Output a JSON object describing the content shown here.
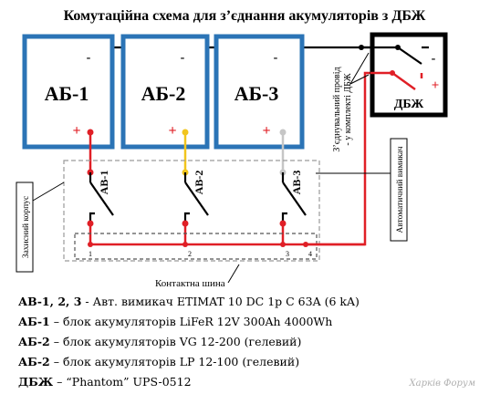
{
  "title": "Комутаційна схема для з’єднання акумуляторів з ДБЖ",
  "batteries": [
    {
      "label": "АБ-1",
      "plus": "+",
      "minus": "-",
      "wire_color": "#d71d22"
    },
    {
      "label": "АБ-2",
      "plus": "+",
      "minus": "-",
      "wire_color": "#f1c51d"
    },
    {
      "label": "АБ-3",
      "plus": "+",
      "minus": "-",
      "wire_color": "#c6c6c6"
    }
  ],
  "breakers": [
    {
      "label": "АВ-1",
      "terminal": "1"
    },
    {
      "label": "АВ-2",
      "terminal": "2"
    },
    {
      "label": "АВ-3",
      "terminal": "3"
    }
  ],
  "bus_terminal_4": "4",
  "ups": {
    "label": "ДБЖ",
    "plus": "+",
    "minus": "-"
  },
  "labels": {
    "connecting_wire_line1": "З’єднувальний провід",
    "connecting_wire_line2": "- у комплекті ДБЖ",
    "automatic_breaker": "Автоматичний вимикач",
    "protective_case": "Захисний корпус",
    "contact_bus": "Контактна шина"
  },
  "legend": [
    {
      "key": "АВ-1, 2, 3",
      "text": " - Авт. вимикач ETIMAT 10 DC 1p C 63A (6 kA)"
    },
    {
      "key": "АБ-1",
      "text": " – блок акумуляторів LiFeR 12V 300Ah 4000Wh"
    },
    {
      "key": "АБ-2",
      "text": " – блок акумуляторів VG 12-200 (гелевий)"
    },
    {
      "key": "АБ-2",
      "text": " – блок акумуляторів LP 12-100 (гелевий)"
    },
    {
      "key": "ДБЖ",
      "text": " – “Phantom” UPS-0512"
    }
  ],
  "watermark": "Харків Форум",
  "colors": {
    "battery_border": "#2b74b6",
    "positive_wire": "#e01f26",
    "negative_wire": "#000000"
  }
}
